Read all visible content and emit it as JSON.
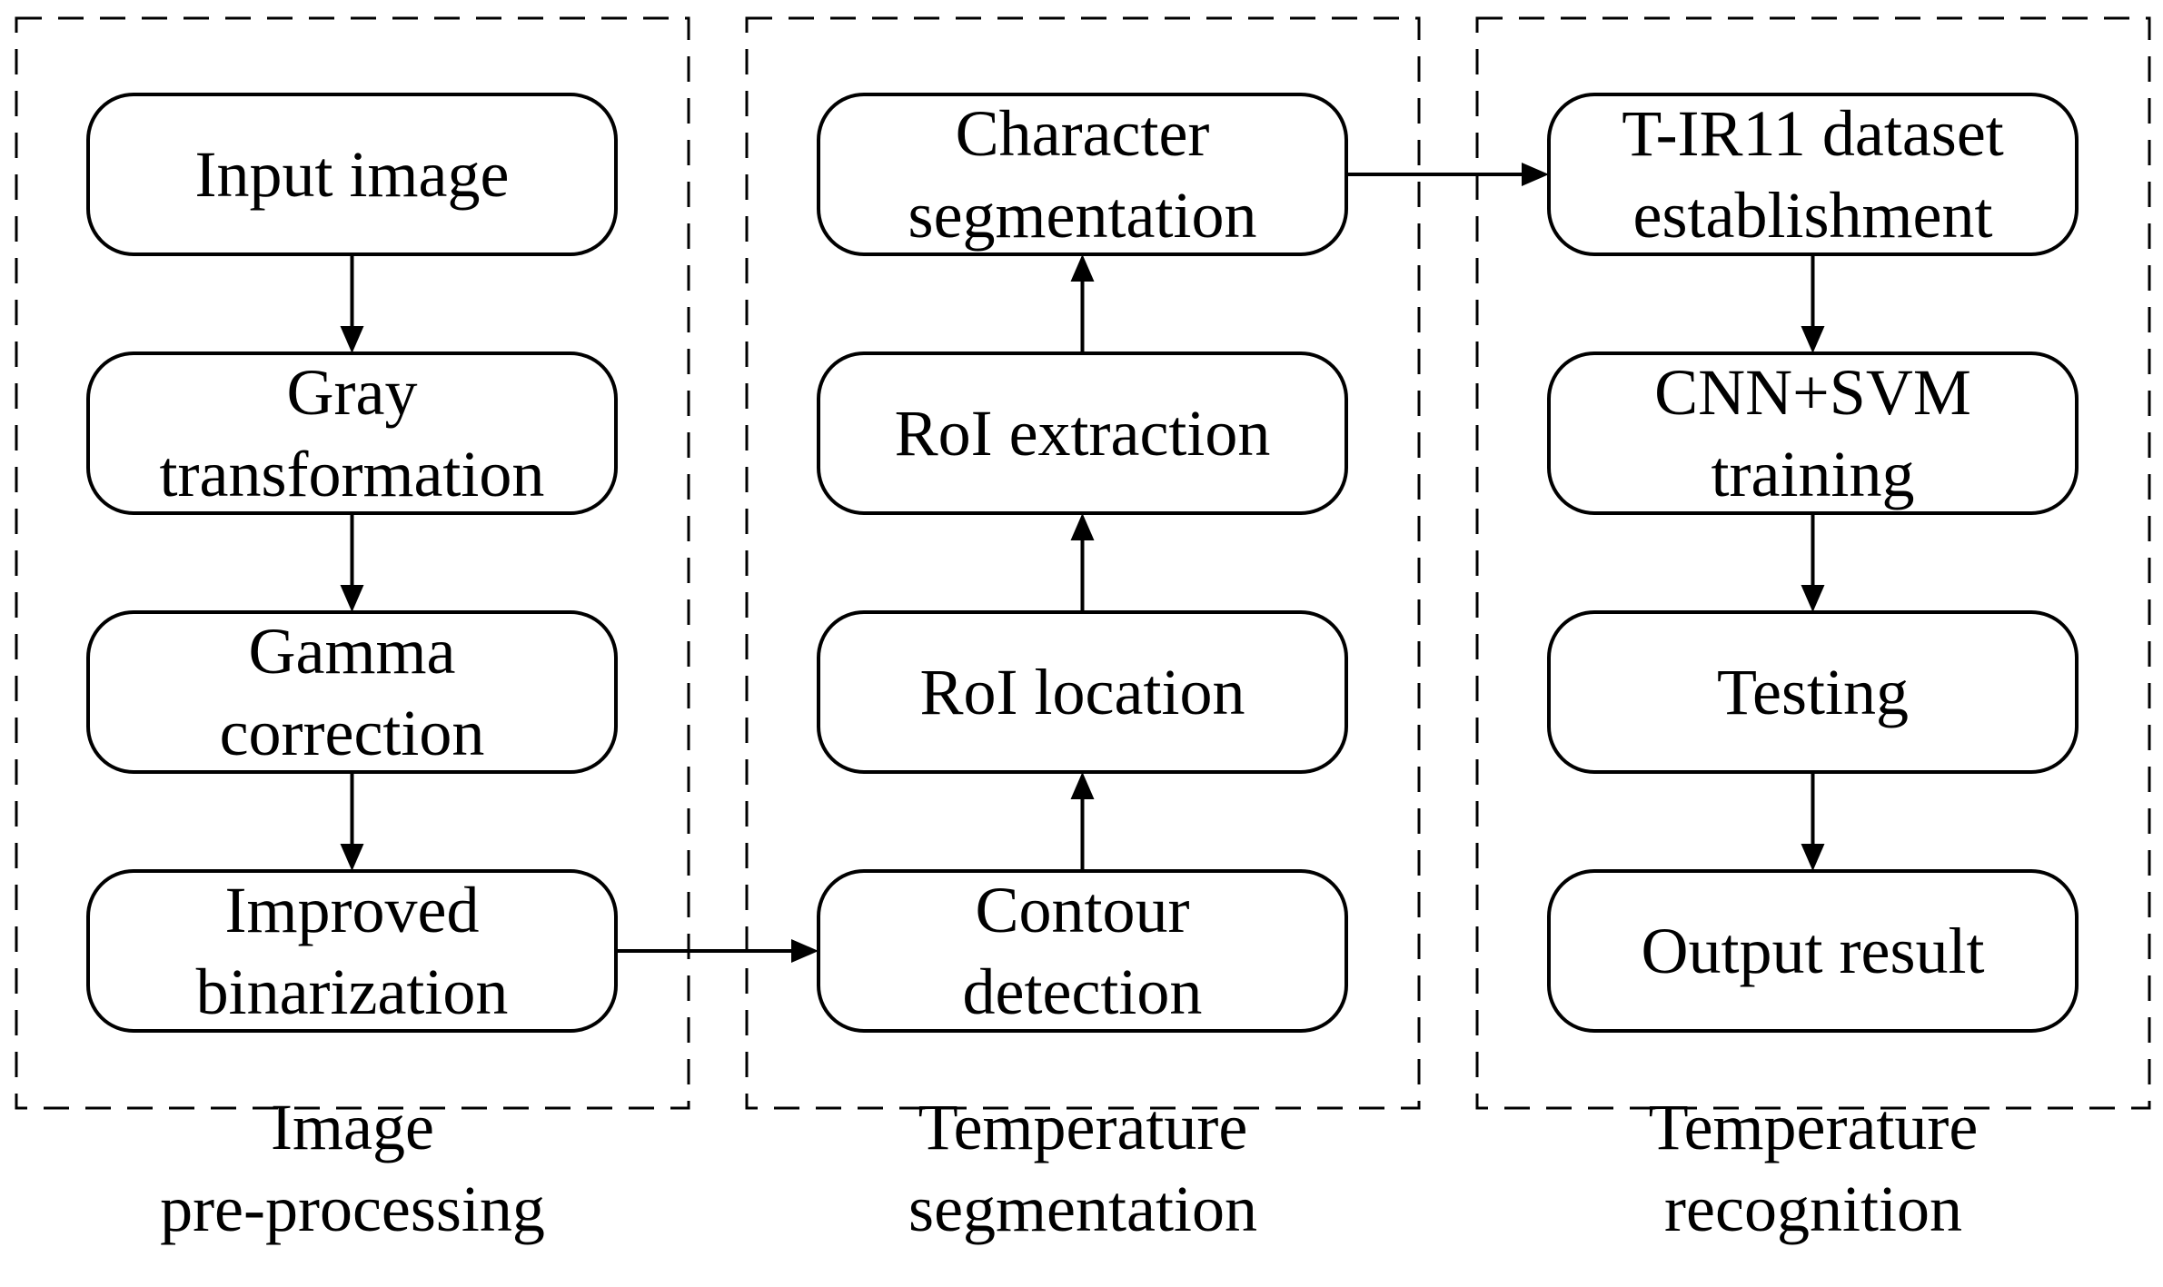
{
  "stages": [
    {
      "id": "preprocessing",
      "caption": [
        "Image",
        "pre-processing"
      ],
      "steps": [
        {
          "id": "input-image",
          "lines": [
            "Input image"
          ]
        },
        {
          "id": "gray-transformation",
          "lines": [
            "Gray",
            "transformation"
          ]
        },
        {
          "id": "gamma-correction",
          "lines": [
            "Gamma",
            "correction"
          ]
        },
        {
          "id": "improved-binarization",
          "lines": [
            "Improved",
            "binarization"
          ]
        }
      ]
    },
    {
      "id": "segmentation",
      "caption": [
        "Temperature",
        "segmentation"
      ],
      "steps": [
        {
          "id": "character-segmentation",
          "lines": [
            "Character",
            "segmentation"
          ]
        },
        {
          "id": "roi-extraction",
          "lines": [
            "RoI extraction"
          ]
        },
        {
          "id": "roi-location",
          "lines": [
            "RoI location"
          ]
        },
        {
          "id": "contour-detection",
          "lines": [
            "Contour",
            "detection"
          ]
        }
      ]
    },
    {
      "id": "recognition",
      "caption": [
        "Temperature",
        "recognition"
      ],
      "steps": [
        {
          "id": "dataset-establishment",
          "lines": [
            "T-IR11 dataset",
            "establishment"
          ]
        },
        {
          "id": "cnn-svm-training",
          "lines": [
            "CNN+SVM",
            "training"
          ]
        },
        {
          "id": "testing",
          "lines": [
            "Testing"
          ]
        },
        {
          "id": "output-result",
          "lines": [
            "Output result"
          ]
        }
      ]
    }
  ],
  "flow": [
    [
      "input-image",
      "gray-transformation"
    ],
    [
      "gray-transformation",
      "gamma-correction"
    ],
    [
      "gamma-correction",
      "improved-binarization"
    ],
    [
      "improved-binarization",
      "contour-detection"
    ],
    [
      "contour-detection",
      "roi-location"
    ],
    [
      "roi-location",
      "roi-extraction"
    ],
    [
      "roi-extraction",
      "character-segmentation"
    ],
    [
      "character-segmentation",
      "dataset-establishment"
    ],
    [
      "dataset-establishment",
      "cnn-svm-training"
    ],
    [
      "cnn-svm-training",
      "testing"
    ],
    [
      "testing",
      "output-result"
    ]
  ],
  "colors": {
    "stroke": "#000000",
    "background": "#ffffff"
  }
}
